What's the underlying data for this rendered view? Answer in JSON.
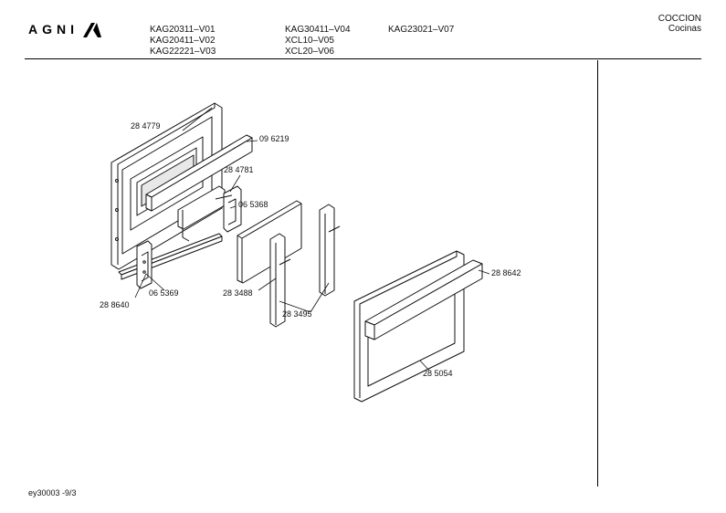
{
  "header": {
    "brand": "AGNI",
    "models_col1": [
      "KAG20311–V01",
      "KAG20411–V02",
      "KAG22221–V03"
    ],
    "models_col2": [
      "KAG30411–V04",
      "XCL10–V05",
      "XCL20–V06"
    ],
    "models_col3": [
      "KAG23021–V07"
    ],
    "category_line1": "COCCION",
    "category_line2": "Cocinas"
  },
  "diagram": {
    "part_labels": {
      "p284779": "28 4779",
      "p096219": "09 6219",
      "p284781": "28 4781",
      "p065368": "06 5368",
      "p065369": "06 5369",
      "p288640": "28 8640",
      "p283488": "28 3488",
      "p283495": "28 3495",
      "p288642": "28 8642",
      "p285054": "28 5054"
    }
  },
  "footer": {
    "code": "ey30003   -9/3"
  }
}
